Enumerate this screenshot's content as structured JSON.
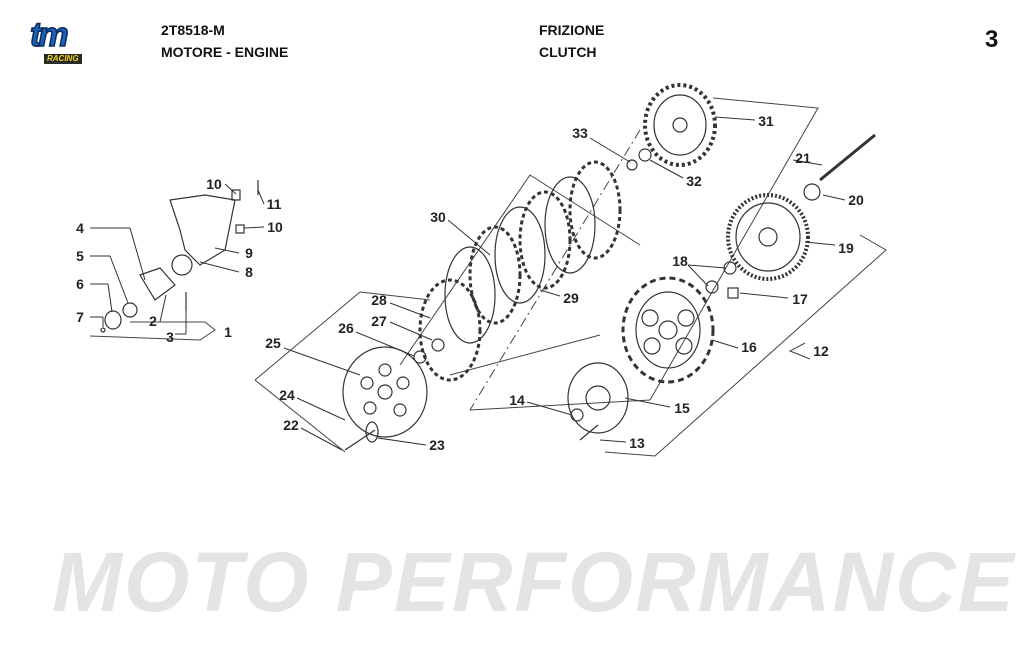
{
  "header": {
    "logo_text": "tm",
    "logo_subtext": "RACING",
    "code": "2T8518-M",
    "group": "MOTORE - ENGINE",
    "title_it": "FRIZIONE",
    "title_en": "CLUTCH",
    "page_number": "3"
  },
  "watermark": "MOTO PERFORMANCE",
  "callouts": [
    "31",
    "33",
    "32",
    "21",
    "20",
    "30",
    "19",
    "18",
    "17",
    "29",
    "28",
    "27",
    "26",
    "25",
    "16",
    "12",
    "15",
    "14",
    "13",
    "24",
    "22",
    "23",
    "10",
    "11",
    "10",
    "9",
    "4",
    "8",
    "5",
    "6",
    "7",
    "2",
    "3",
    "1"
  ]
}
